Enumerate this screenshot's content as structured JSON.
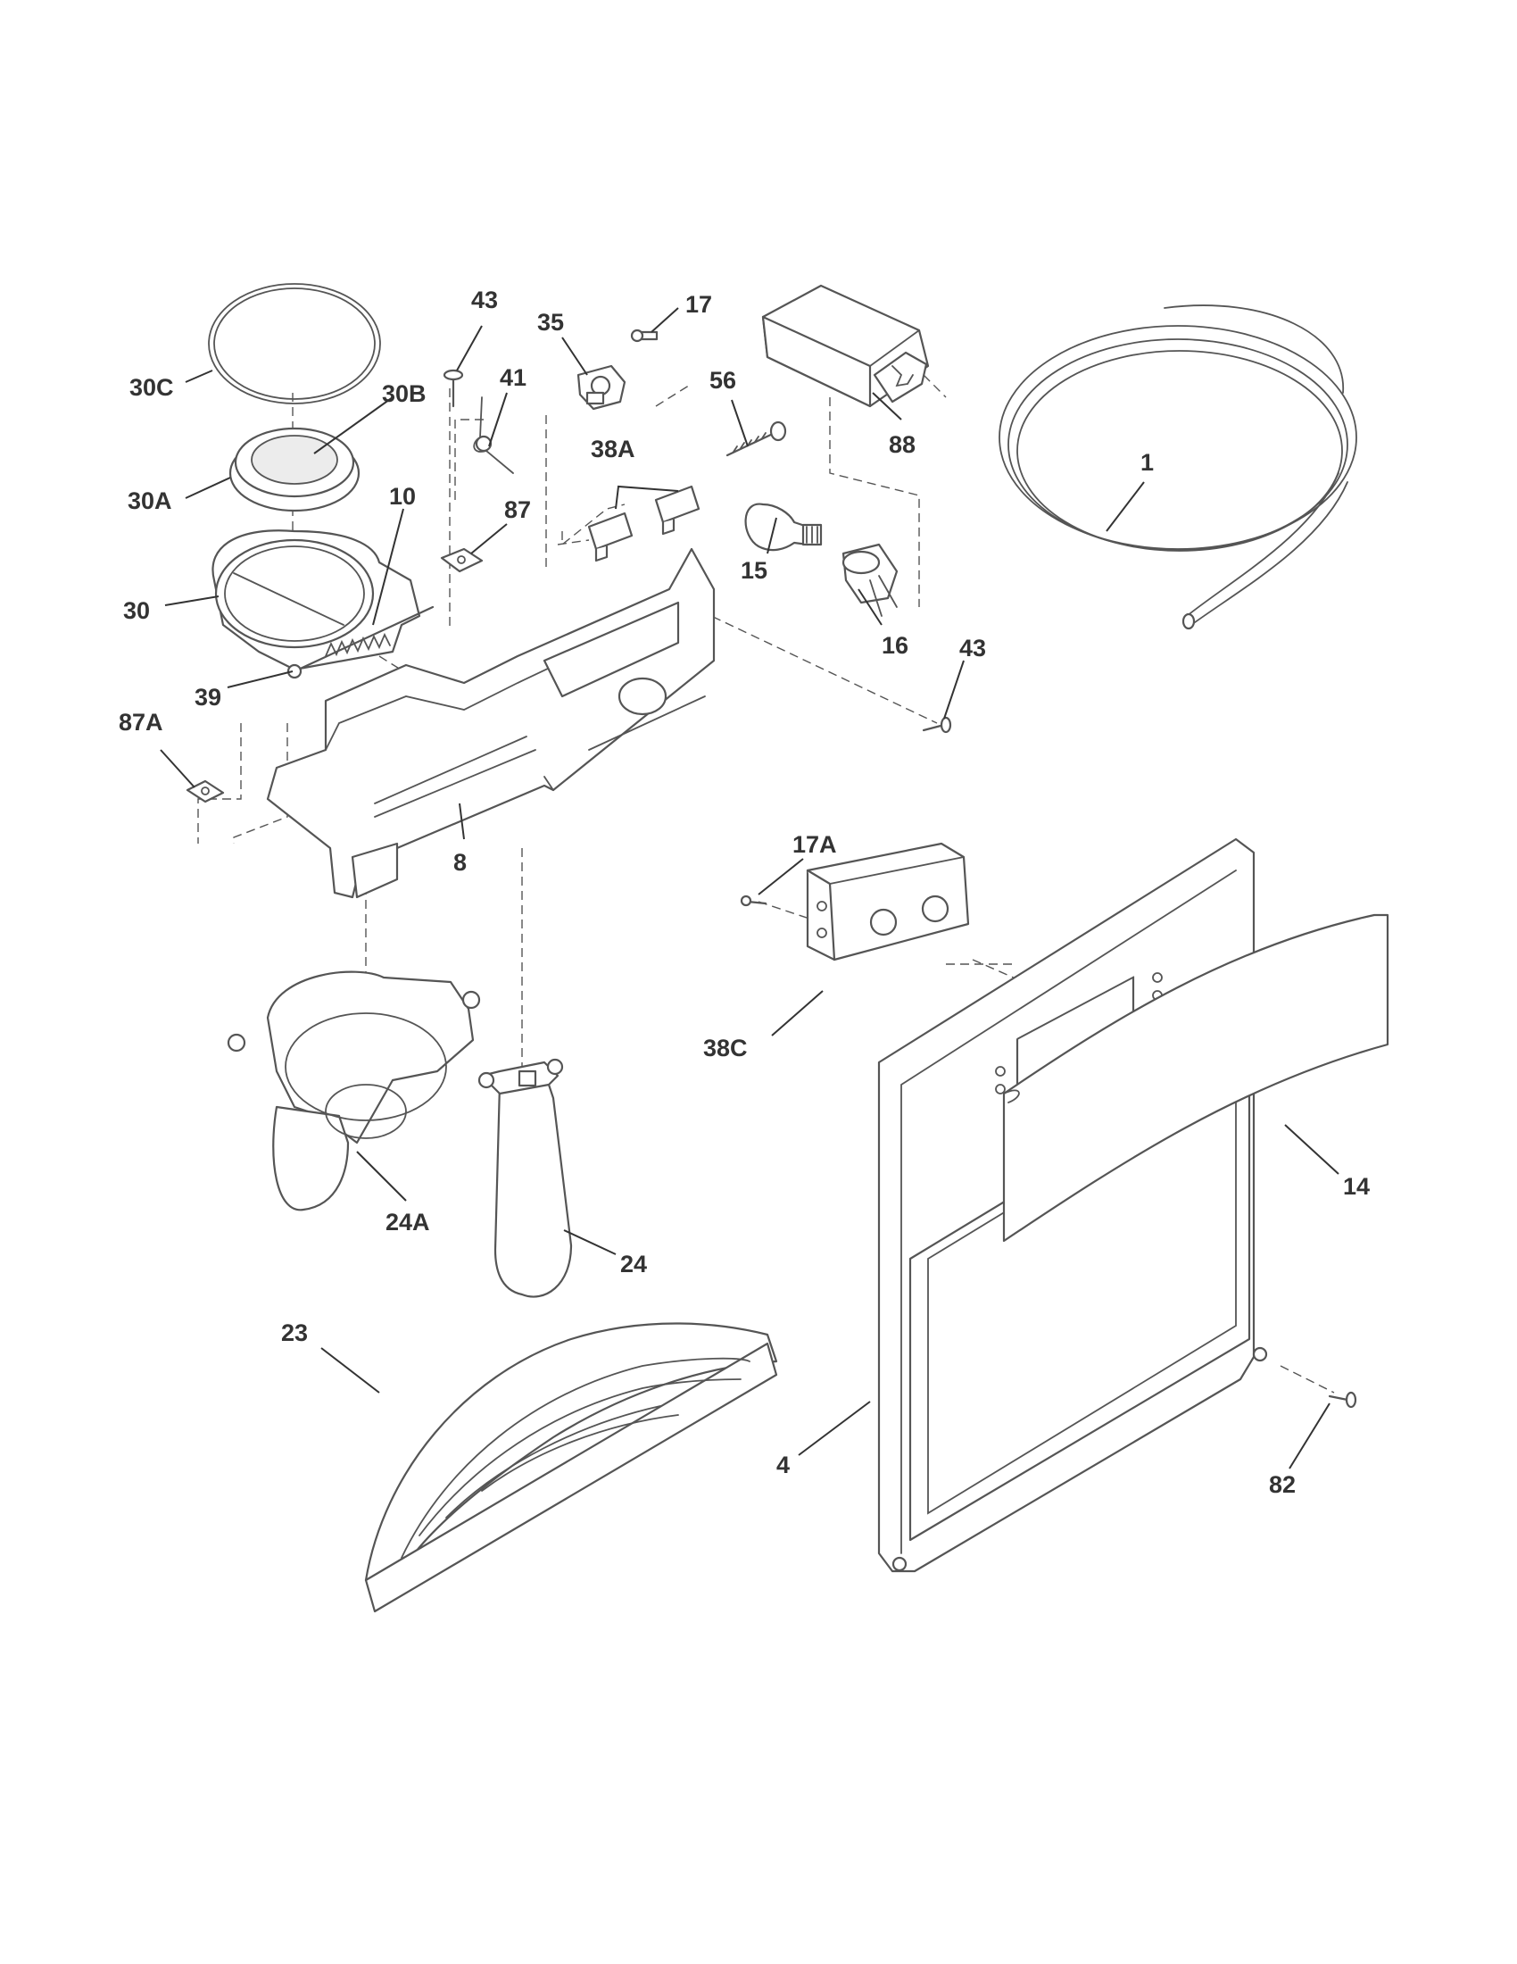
{
  "callouts": [
    {
      "id": "30C",
      "text": "30C"
    },
    {
      "id": "30B",
      "text": "30B"
    },
    {
      "id": "30A",
      "text": "30A"
    },
    {
      "id": "10",
      "text": "10"
    },
    {
      "id": "30",
      "text": "30"
    },
    {
      "id": "39",
      "text": "39"
    },
    {
      "id": "87A",
      "text": "87A"
    },
    {
      "id": "43a",
      "text": "43"
    },
    {
      "id": "41",
      "text": "41"
    },
    {
      "id": "87",
      "text": "87"
    },
    {
      "id": "35",
      "text": "35"
    },
    {
      "id": "17",
      "text": "17"
    },
    {
      "id": "56",
      "text": "56"
    },
    {
      "id": "38A",
      "text": "38A"
    },
    {
      "id": "15",
      "text": "15"
    },
    {
      "id": "16",
      "text": "16"
    },
    {
      "id": "88",
      "text": "88"
    },
    {
      "id": "1",
      "text": "1"
    },
    {
      "id": "43b",
      "text": "43"
    },
    {
      "id": "8",
      "text": "8"
    },
    {
      "id": "17A",
      "text": "17A"
    },
    {
      "id": "38C",
      "text": "38C"
    },
    {
      "id": "24A",
      "text": "24A"
    },
    {
      "id": "24",
      "text": "24"
    },
    {
      "id": "14",
      "text": "14"
    },
    {
      "id": "23",
      "text": "23"
    },
    {
      "id": "4",
      "text": "4"
    },
    {
      "id": "82",
      "text": "82"
    }
  ]
}
